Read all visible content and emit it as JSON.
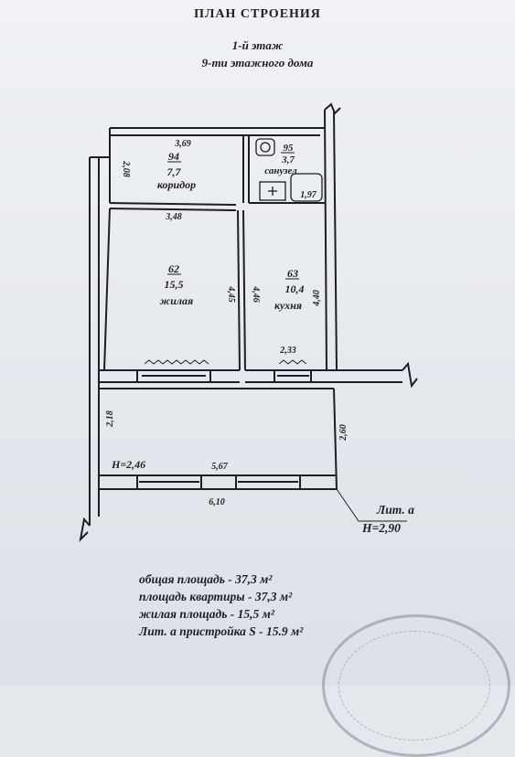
{
  "title": {
    "line1": "ПЛАН СТРОЕНИЯ",
    "line2": "1-й этаж",
    "line3": "9-ти этажного дома"
  },
  "rooms": [
    {
      "id": "94",
      "area": "7,7",
      "name": "коридор"
    },
    {
      "id": "95",
      "area": "3,7",
      "name": "санузел"
    },
    {
      "id": "62",
      "area": "15,5",
      "name": "жилая"
    },
    {
      "id": "63",
      "area": "10,4",
      "name": "кухня"
    }
  ],
  "dimensions": {
    "corridor_top": "3,69",
    "corridor_side": "2,08",
    "corridor_bottom": "3,48",
    "bath": "1,97",
    "room62_side": "4,45",
    "room63_side": "4,46",
    "kitchen_right": "4,40",
    "window": "2,33",
    "annex_left": "2,18",
    "annex_right": "2,60",
    "annex_inner": "5,67",
    "annex_outer": "6,10",
    "height_inner": "H=2,46"
  },
  "annex": {
    "label": "Лит. а",
    "height": "H=2,90"
  },
  "summary": {
    "total": "общая площадь - 37,3 м²",
    "apartment": "площадь квартиры - 37,3 м²",
    "living": "жилая площадь - 15,5 м²",
    "extension": "Лит. а пристройка  S - 15.9 м²"
  }
}
